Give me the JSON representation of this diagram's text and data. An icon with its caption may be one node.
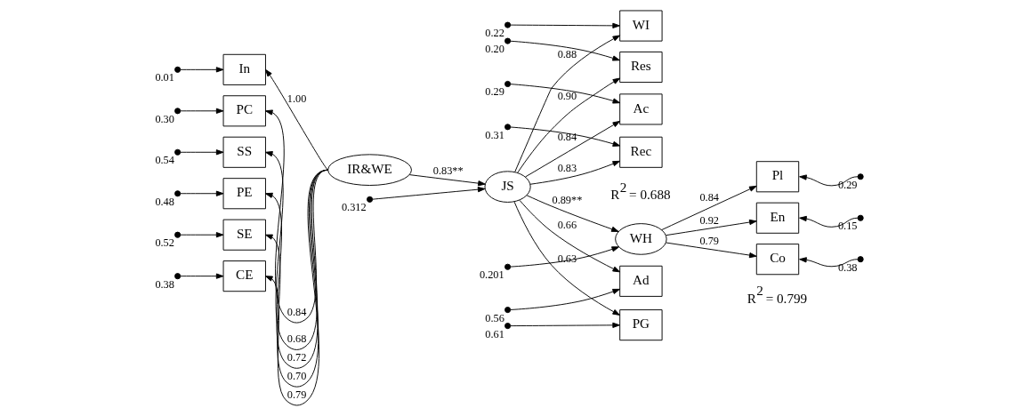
{
  "diagram": {
    "nodes": [
      {
        "text": [],
        "shape": "circle",
        "beside": [
          "0.29"
        ]
      },
      {
        "text": [],
        "shape": "circle",
        "beside": [
          "0.31"
        ]
      },
      {
        "text": [],
        "shape": "circle",
        "beside": [
          "0.22"
        ]
      },
      {
        "text": [],
        "shape": "circle",
        "beside": [
          "0.20"
        ]
      },
      {
        "text": [],
        "shape": "circle",
        "beside": [
          "0.56"
        ]
      },
      {
        "text": [],
        "shape": "circle",
        "beside": [
          "0.61"
        ]
      },
      {
        "text": [
          "Ac"
        ]
      },
      {
        "text": [
          "Rec"
        ]
      },
      {
        "text": [
          "WI"
        ]
      },
      {
        "text": [
          "Res"
        ]
      },
      {
        "text": [
          "Ad"
        ]
      },
      {
        "text": [
          "PG"
        ]
      },
      {
        "text": [
          "In"
        ]
      },
      {
        "text": [
          "PC"
        ]
      },
      {
        "text": [
          "SS"
        ]
      },
      {
        "text": [
          "PE"
        ]
      },
      {
        "text": [
          "SE"
        ]
      },
      {
        "text": [
          "CE"
        ]
      },
      {
        "text": [],
        "shape": "circle",
        "beside": [
          "0.01"
        ]
      },
      {
        "text": [],
        "shape": "circle",
        "beside": [
          "0.30"
        ]
      },
      {
        "text": [],
        "shape": "circle",
        "beside": [
          "0.54"
        ]
      },
      {
        "text": [],
        "shape": "circle",
        "beside": [
          "0.48"
        ]
      },
      {
        "text": [],
        "shape": "circle",
        "beside": [
          "0.52"
        ]
      },
      {
        "text": [],
        "shape": "circle",
        "beside": [
          "0.38"
        ]
      },
      {
        "text": [],
        "shape": "circle",
        "beside": [
          "0.201"
        ]
      },
      {
        "text": [
          "IR&WE"
        ]
      },
      {
        "text": [
          "JS"
        ]
      },
      {
        "text": [
          "WH"
        ]
      },
      {
        "text": [
          "Pl"
        ]
      },
      {
        "text": [
          "En"
        ]
      },
      {
        "text": [
          "Co"
        ]
      },
      {
        "text": [],
        "shape": "circle",
        "beside": [
          "0.29"
        ]
      },
      {
        "text": [],
        "shape": "circle",
        "beside": [
          "0.15"
        ]
      },
      {
        "text": [],
        "shape": "circle",
        "beside": [
          "0.38"
        ]
      },
      {
        "text": [],
        "shape": "circle",
        "beside": [
          "0.312"
        ]
      }
    ],
    "edges": [
      {
        "from": 0,
        "to": 6,
        "arrow": "to"
      },
      {
        "from": 1,
        "to": 7,
        "arrow": "to"
      },
      {
        "from": 2,
        "to": 8,
        "arrow": "to"
      },
      {
        "from": 3,
        "to": 9,
        "arrow": "to"
      },
      {
        "from": 4,
        "to": 10,
        "arrow": "to"
      },
      {
        "from": 5,
        "to": 11,
        "arrow": "to"
      },
      {
        "from": 26,
        "to": 6,
        "arrow": "to",
        "label": "0.84"
      },
      {
        "from": 26,
        "to": 7,
        "arrow": "to",
        "label": "0.83"
      },
      {
        "from": 26,
        "to": 8,
        "arrow": "to",
        "label": "0.88"
      },
      {
        "from": 26,
        "to": 9,
        "arrow": "to",
        "label": "0.90"
      },
      {
        "from": 26,
        "to": 10,
        "arrow": "to",
        "label": "0.66"
      },
      {
        "from": 26,
        "to": 11,
        "arrow": "to",
        "label": "0.63"
      },
      {
        "from": 18,
        "to": 12,
        "arrow": "to"
      },
      {
        "from": 19,
        "to": 13,
        "arrow": "to"
      },
      {
        "from": 20,
        "to": 14,
        "arrow": "to"
      },
      {
        "from": 21,
        "to": 15,
        "arrow": "to"
      },
      {
        "from": 22,
        "to": 16,
        "arrow": "to"
      },
      {
        "from": 23,
        "to": 17,
        "arrow": "to"
      },
      {
        "from": 25,
        "to": 12,
        "arrow": "to",
        "label": "1.00"
      },
      {
        "from": 25,
        "to": 13,
        "arrow": "to",
        "label": "0.84"
      },
      {
        "from": 25,
        "to": 14,
        "arrow": "to",
        "label": "0.68"
      },
      {
        "from": 25,
        "to": 15,
        "arrow": "to",
        "label": "0.72"
      },
      {
        "from": 25,
        "to": 16,
        "arrow": "to",
        "label": "0.70"
      },
      {
        "from": 25,
        "to": 17,
        "arrow": "to",
        "label": "0.79"
      },
      {
        "from": 24,
        "to": 27,
        "arrow": "to"
      },
      {
        "from": 25,
        "to": 26,
        "arrow": "to",
        "label": "0.83**"
      },
      {
        "from": 26,
        "to": 27,
        "arrow": "to",
        "label": "0.89**"
      },
      {
        "from": 27,
        "to": 28,
        "arrow": "to",
        "label": "0.84"
      },
      {
        "from": 27,
        "to": 29,
        "arrow": "to",
        "label": "0.92"
      },
      {
        "from": 27,
        "to": 30,
        "arrow": "to",
        "label": "0.79"
      },
      {
        "from": 31,
        "to": 28,
        "arrow": "to"
      },
      {
        "from": 32,
        "to": 29,
        "arrow": "to"
      },
      {
        "from": 33,
        "to": 30,
        "arrow": "to"
      },
      {
        "from": 34,
        "to": 26,
        "arrow": "to"
      }
    ],
    "labels": [
      "R$^{2}$ = 0.688",
      "R$^{2}$ = 0.799"
    ]
  }
}
